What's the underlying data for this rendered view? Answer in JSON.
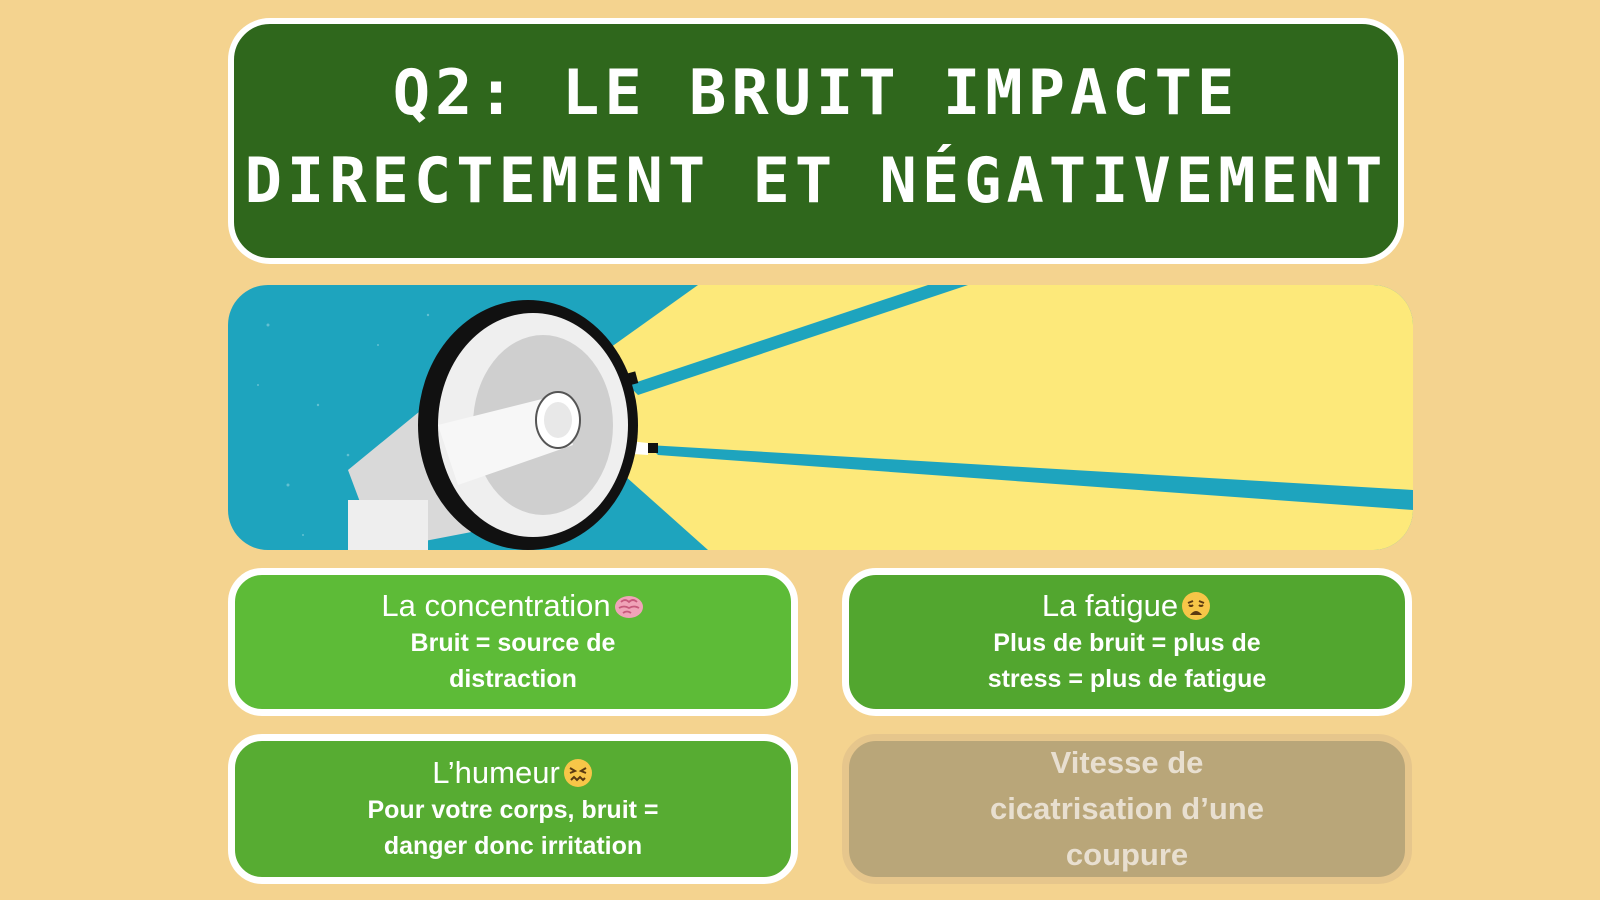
{
  "title": "Q2: Le bruit impacte directement et négativement",
  "image_alt": "megaphone-illustration",
  "cards": [
    {
      "title": "La concentration",
      "icon": "brain-icon",
      "body": "Bruit = source de distraction"
    },
    {
      "title": "La fatigue",
      "icon": "weary-face-icon",
      "body": "Plus de bruit = plus de stress = plus de fatigue"
    },
    {
      "title": "L’humeur",
      "icon": "confounded-face-icon",
      "body": "Pour votre corps, bruit = danger donc irritation"
    },
    {
      "title": "",
      "icon": "",
      "body": "Vitesse de cicatrisation d’une coupure"
    }
  ],
  "colors": {
    "background": "#f4d38f",
    "title_box": "#2f671c",
    "card_green": "#5dbb37",
    "card_muted": "#b9a679",
    "hero_blue": "#1ea4be",
    "hero_yellow": "#fde97a"
  }
}
